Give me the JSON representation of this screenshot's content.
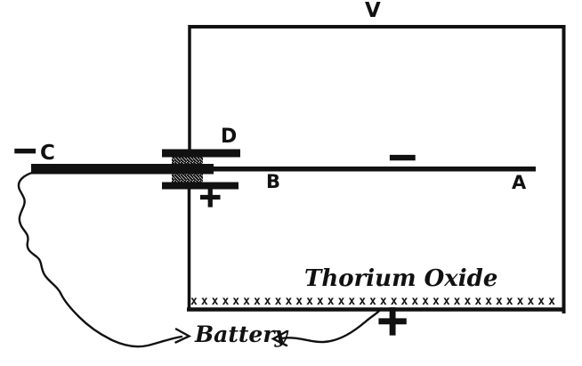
{
  "colors": {
    "ink": "#111111",
    "paper": "#ffffff"
  },
  "labels": {
    "vessel": "V",
    "terminal_c": "C",
    "seal_d": "D",
    "point_b": "B",
    "point_a": "A",
    "coating": "Thorium Oxide",
    "battery": "Battery"
  },
  "symbols": {
    "minus_at_c": "−",
    "minus_on_filament": "−",
    "plus_at_seal": "+",
    "plus_at_battery": "+",
    "oxide_row": "xxxxxxxxxxxxxxxxxxxxxxxxxxxxxxxxxxx"
  }
}
